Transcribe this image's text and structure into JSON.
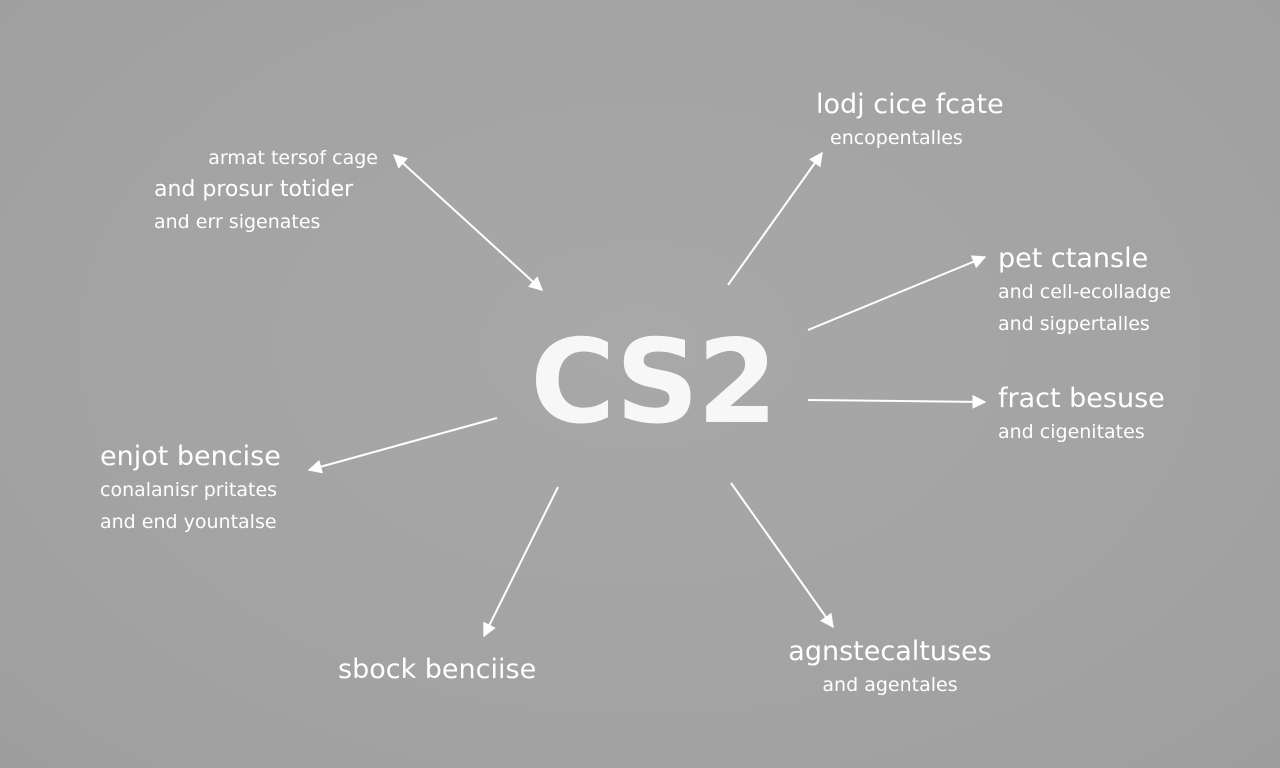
{
  "center": {
    "title": "CS2"
  },
  "nodes": {
    "top_left": {
      "line1": "armat tersof cage",
      "line2": "and prosur totider",
      "line3": "and err sigenates"
    },
    "top_right": {
      "title": "lodj cice fcate",
      "subtitle": "encopentalles"
    },
    "mid_right_upper": {
      "title": "pet ctansle",
      "line2": "and cell-ecolladge",
      "line3": "and sigpertalles"
    },
    "mid_right": {
      "title": "fract besuse",
      "subtitle": "and cigenitates"
    },
    "mid_left": {
      "title": "enjot bencise",
      "line2": "conalanisr pritates",
      "line3": "and end yountalse"
    },
    "bottom_left": {
      "title": "sbock benciise"
    },
    "bottom_right": {
      "title": "agnstecaltuses",
      "subtitle": "and agentales"
    }
  },
  "colors": {
    "background": "#a4a4a4",
    "foreground": "#ffffff"
  }
}
